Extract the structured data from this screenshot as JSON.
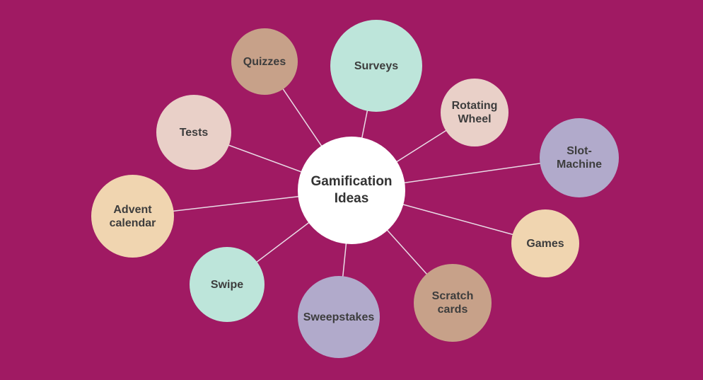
{
  "colors": {
    "background": "#a01a63",
    "connector": "#e9dce6",
    "center": "#ffffff",
    "tan": "#c7a189",
    "mint": "#bde5da",
    "blush": "#e9d0c8",
    "lavender": "#b1aacb",
    "peach": "#f0d5b0"
  },
  "center": {
    "label": "Gamification\nIdeas"
  },
  "nodes": [
    {
      "key": "quizzes",
      "label": "Quizzes",
      "color": "tan"
    },
    {
      "key": "surveys",
      "label": "Surveys",
      "color": "mint"
    },
    {
      "key": "rotating",
      "label": "Rotating\nWheel",
      "color": "blush"
    },
    {
      "key": "tests",
      "label": "Tests",
      "color": "blush"
    },
    {
      "key": "slot",
      "label": "Slot-\nMachine",
      "color": "lavender"
    },
    {
      "key": "advent",
      "label": "Advent\ncalendar",
      "color": "peach"
    },
    {
      "key": "games",
      "label": "Games",
      "color": "peach"
    },
    {
      "key": "swipe",
      "label": "Swipe",
      "color": "mint"
    },
    {
      "key": "scratch",
      "label": "Scratch\ncards",
      "color": "tan"
    },
    {
      "key": "sweepstakes",
      "label": "Sweepstakes",
      "color": "lavender"
    }
  ]
}
